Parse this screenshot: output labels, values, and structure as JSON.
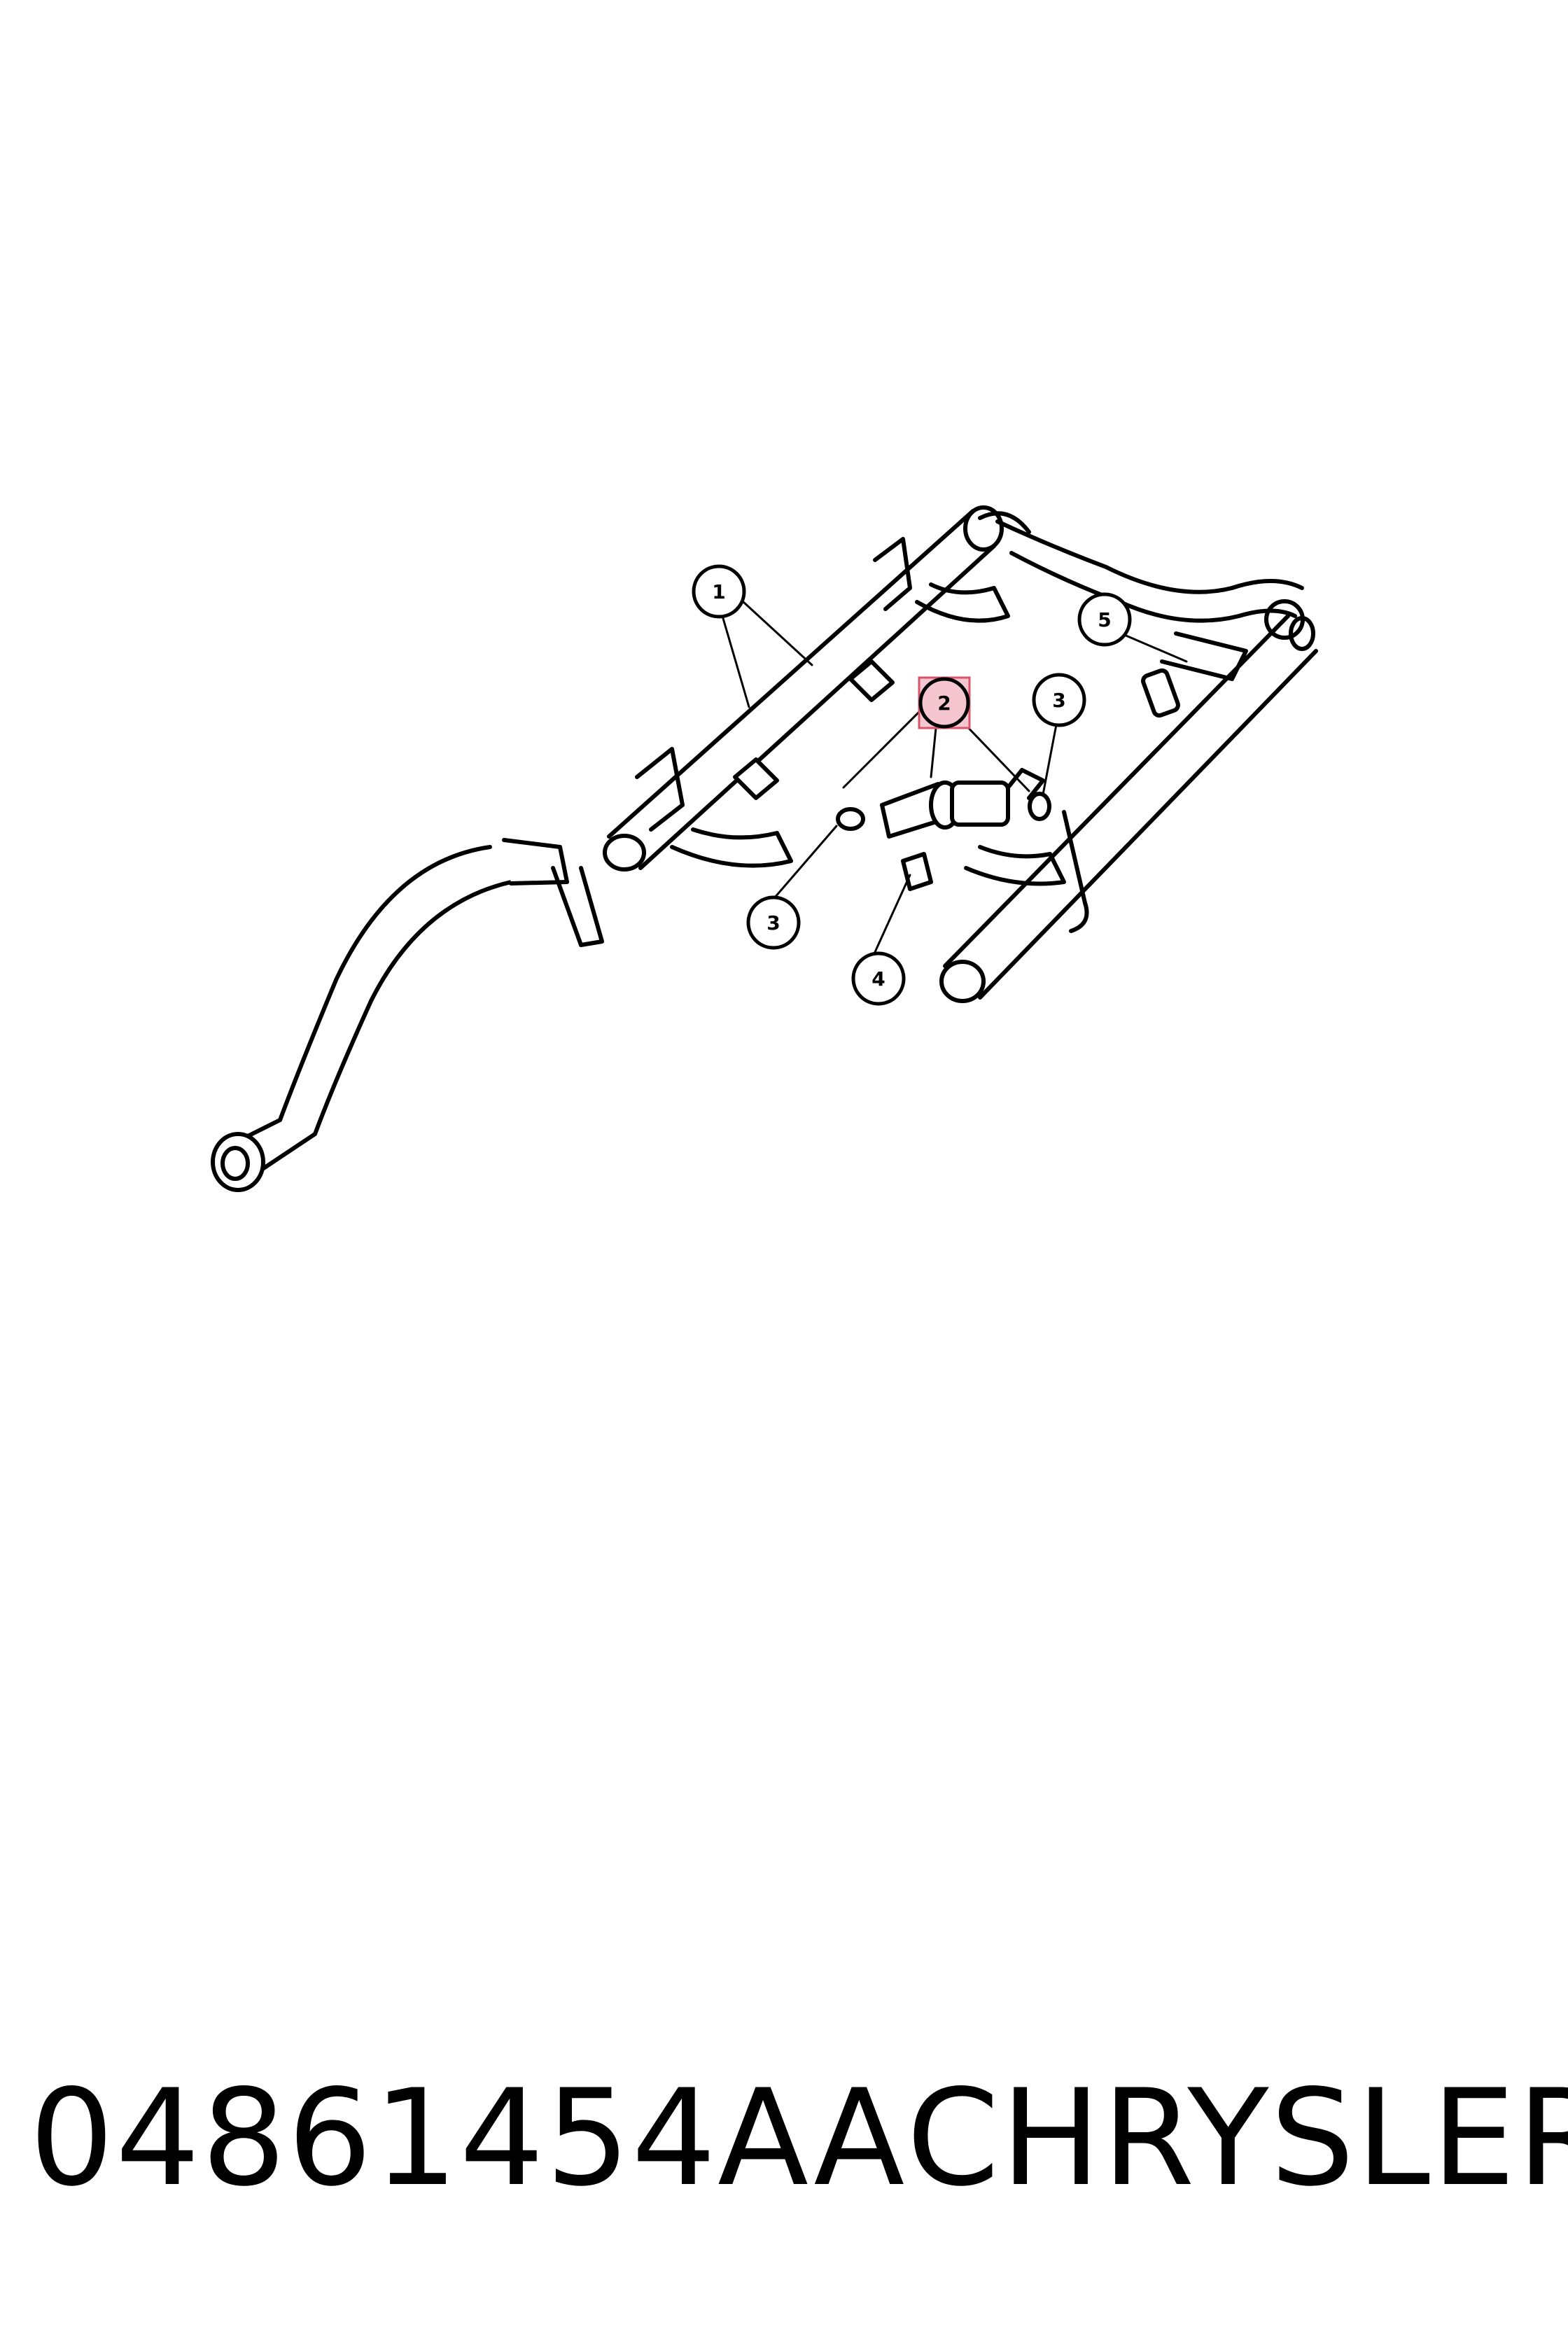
{
  "callouts": [
    {
      "id": "1",
      "label": "1"
    },
    {
      "id": "2",
      "label": "2",
      "highlighted": true
    },
    {
      "id": "3a",
      "label": "3"
    },
    {
      "id": "3b",
      "label": "3"
    },
    {
      "id": "4",
      "label": "4"
    },
    {
      "id": "5",
      "label": "5"
    }
  ],
  "footer": {
    "part_number": "04861454AA",
    "brand": "CHRYSLER"
  },
  "colors": {
    "line": "#000000",
    "highlight_fill": "#f5c6cf",
    "highlight_box": "#d9546a"
  }
}
